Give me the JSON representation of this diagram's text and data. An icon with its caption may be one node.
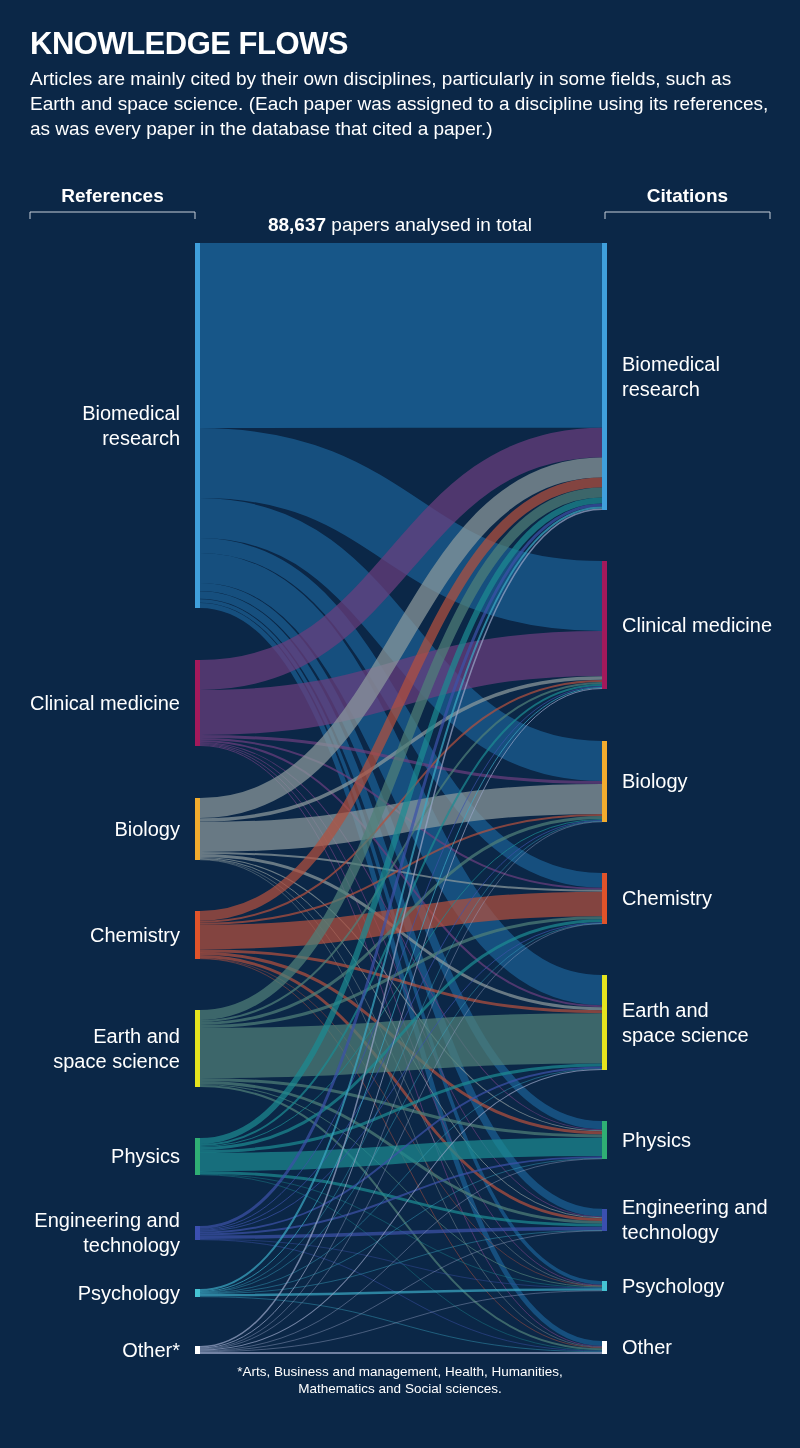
{
  "diagram": {
    "title": "KNOWLEDGE FLOWS",
    "caption": "Articles are mainly cited by their own disciplines, particularly in some fields, such as Earth and space science. (Each paper was assigned to a discipline using its references, as was every paper in the database that cited a paper.)",
    "nodes": [
      {
        "text": [
          "Biomedical research"
        ]
      },
      {
        "text": [
          "Clinical medicine"
        ]
      },
      {
        "text": [
          "Biology"
        ]
      },
      {
        "text": [
          "Chemistry"
        ]
      },
      {
        "text": [
          "Earth and space science"
        ]
      },
      {
        "text": [
          "Physics"
        ]
      },
      {
        "text": [
          "Engineering and technology"
        ]
      },
      {
        "text": [
          "Psychology"
        ]
      },
      {
        "text": [
          "Other*"
        ]
      },
      {
        "text": [
          "Biomedical research"
        ]
      },
      {
        "text": [
          "Clinical medicine"
        ]
      },
      {
        "text": [
          "Biology"
        ]
      },
      {
        "text": [
          "Chemistry"
        ]
      },
      {
        "text": [
          "Earth and space science"
        ]
      },
      {
        "text": [
          "Physics"
        ]
      },
      {
        "text": [
          "Engineering and technology"
        ]
      },
      {
        "text": [
          "Psychology"
        ]
      },
      {
        "text": [
          "Other"
        ]
      }
    ],
    "edges": [
      {
        "from": 0,
        "to": 9,
        "arrow": "none",
        "style": "thick",
        "color": "#1a5f94"
      },
      {
        "from": 0,
        "to": 10,
        "arrow": "none",
        "style": "thick",
        "color": "#1a5f94"
      },
      {
        "from": 0,
        "to": 11,
        "arrow": "none",
        "style": "thick",
        "color": "#1a5f94"
      },
      {
        "from": 0,
        "to": 12,
        "arrow": "none",
        "style": "thick",
        "color": "#1a5f94"
      },
      {
        "from": 0,
        "to": 13,
        "arrow": "none",
        "style": "thick",
        "color": "#1a5f94"
      },
      {
        "from": 0,
        "to": 14,
        "arrow": "none",
        "style": "thick",
        "color": "#1a5f94"
      },
      {
        "from": 0,
        "to": 15,
        "arrow": "none",
        "style": "thick",
        "color": "#1a5f94"
      },
      {
        "from": 0,
        "to": 16,
        "arrow": "none",
        "color": "#1a5f94"
      },
      {
        "from": 0,
        "to": 17,
        "arrow": "none",
        "style": "thick",
        "color": "#1a5f94"
      },
      {
        "from": 1,
        "to": 9,
        "arrow": "none",
        "style": "thick",
        "color": "#6a3f7e"
      },
      {
        "from": 1,
        "to": 10,
        "arrow": "none",
        "style": "thick",
        "color": "#6a3f7e"
      },
      {
        "from": 1,
        "to": 11,
        "arrow": "none",
        "color": "#6a3f7e"
      },
      {
        "from": 1,
        "to": 12,
        "arrow": "none",
        "color": "#6a3f7e"
      },
      {
        "from": 1,
        "to": 13,
        "arrow": "none",
        "color": "#6a3f7e"
      },
      {
        "from": 1,
        "to": 14,
        "arrow": "none",
        "color": "#6a3f7e"
      },
      {
        "from": 1,
        "to": 15,
        "arrow": "none",
        "color": "#6a3f7e"
      },
      {
        "from": 1,
        "to": 16,
        "arrow": "none",
        "color": "#6a3f7e"
      },
      {
        "from": 1,
        "to": 17,
        "arrow": "none",
        "color": "#6a3f7e"
      },
      {
        "from": 2,
        "to": 9,
        "arrow": "none",
        "style": "thick",
        "color": "#8c9a9c"
      },
      {
        "from": 2,
        "to": 10,
        "arrow": "none",
        "color": "#8c9a9c"
      },
      {
        "from": 2,
        "to": 11,
        "arrow": "none",
        "style": "thick",
        "color": "#8c9a9c"
      },
      {
        "from": 2,
        "to": 12,
        "arrow": "none",
        "color": "#8c9a9c"
      },
      {
        "from": 2,
        "to": 13,
        "arrow": "none",
        "color": "#8c9a9c"
      },
      {
        "from": 2,
        "to": 14,
        "arrow": "none",
        "color": "#8c9a9c"
      },
      {
        "from": 2,
        "to": 15,
        "arrow": "none",
        "color": "#8c9a9c"
      },
      {
        "from": 2,
        "to": 16,
        "arrow": "none",
        "color": "#8c9a9c"
      },
      {
        "from": 2,
        "to": 17,
        "arrow": "none",
        "color": "#8c9a9c"
      },
      {
        "from": 3,
        "to": 9,
        "arrow": "none",
        "style": "thick",
        "color": "#b2503e"
      },
      {
        "from": 3,
        "to": 10,
        "arrow": "none",
        "color": "#b2503e"
      },
      {
        "from": 3,
        "to": 11,
        "arrow": "none",
        "color": "#b2503e"
      },
      {
        "from": 3,
        "to": 12,
        "arrow": "none",
        "style": "thick",
        "color": "#b2503e"
      },
      {
        "from": 3,
        "to": 13,
        "arrow": "none",
        "color": "#b2503e"
      },
      {
        "from": 3,
        "to": 14,
        "arrow": "none",
        "color": "#b2503e"
      },
      {
        "from": 3,
        "to": 15,
        "arrow": "none",
        "color": "#b2503e"
      },
      {
        "from": 3,
        "to": 16,
        "arrow": "none",
        "color": "#b2503e"
      },
      {
        "from": 3,
        "to": 17,
        "arrow": "none",
        "color": "#b2503e"
      },
      {
        "from": 4,
        "to": 9,
        "arrow": "none",
        "style": "thick",
        "color": "#4f8078"
      },
      {
        "from": 4,
        "to": 10,
        "arrow": "none",
        "color": "#4f8078"
      },
      {
        "from": 4,
        "to": 11,
        "arrow": "none",
        "color": "#4f8078"
      },
      {
        "from": 4,
        "to": 12,
        "arrow": "none",
        "color": "#4f8078"
      },
      {
        "from": 4,
        "to": 13,
        "arrow": "none",
        "style": "thick",
        "color": "#4f8078"
      },
      {
        "from": 4,
        "to": 14,
        "arrow": "none",
        "color": "#4f8078"
      },
      {
        "from": 4,
        "to": 15,
        "arrow": "none",
        "color": "#4f8078"
      },
      {
        "from": 4,
        "to": 16,
        "arrow": "none",
        "color": "#4f8078"
      },
      {
        "from": 4,
        "to": 17,
        "arrow": "none",
        "color": "#4f8078"
      },
      {
        "from": 5,
        "to": 9,
        "arrow": "none",
        "style": "thick",
        "color": "#1c8a92"
      },
      {
        "from": 5,
        "to": 10,
        "arrow": "none",
        "color": "#1c8a92"
      },
      {
        "from": 5,
        "to": 11,
        "arrow": "none",
        "color": "#1c8a92"
      },
      {
        "from": 5,
        "to": 12,
        "arrow": "none",
        "color": "#1c8a92"
      },
      {
        "from": 5,
        "to": 13,
        "arrow": "none",
        "color": "#1c8a92"
      },
      {
        "from": 5,
        "to": 14,
        "arrow": "none",
        "style": "thick",
        "color": "#1c8a92"
      },
      {
        "from": 5,
        "to": 15,
        "arrow": "none",
        "color": "#1c8a92"
      },
      {
        "from": 5,
        "to": 16,
        "arrow": "none",
        "color": "#1c8a92"
      },
      {
        "from": 5,
        "to": 17,
        "arrow": "none",
        "color": "#1c8a92"
      },
      {
        "from": 6,
        "to": 9,
        "arrow": "none",
        "color": "#3c52a8"
      },
      {
        "from": 6,
        "to": 10,
        "arrow": "none",
        "color": "#3c52a8"
      },
      {
        "from": 6,
        "to": 11,
        "arrow": "none",
        "color": "#3c52a8"
      },
      {
        "from": 6,
        "to": 12,
        "arrow": "none",
        "color": "#3c52a8"
      },
      {
        "from": 6,
        "to": 13,
        "arrow": "none",
        "color": "#3c52a8"
      },
      {
        "from": 6,
        "to": 14,
        "arrow": "none",
        "color": "#3c52a8"
      },
      {
        "from": 6,
        "to": 15,
        "arrow": "none",
        "color": "#3c52a8"
      },
      {
        "from": 6,
        "to": 16,
        "arrow": "none",
        "color": "#3c52a8"
      },
      {
        "from": 6,
        "to": 17,
        "arrow": "none",
        "color": "#3c52a8"
      },
      {
        "from": 7,
        "to": 9,
        "arrow": "none",
        "color": "#3aa8c4"
      },
      {
        "from": 7,
        "to": 10,
        "arrow": "none",
        "color": "#3aa8c4"
      },
      {
        "from": 7,
        "to": 11,
        "arrow": "none",
        "color": "#3aa8c4"
      },
      {
        "from": 7,
        "to": 12,
        "arrow": "none",
        "color": "#3aa8c4"
      },
      {
        "from": 7,
        "to": 13,
        "arrow": "none",
        "color": "#3aa8c4"
      },
      {
        "from": 7,
        "to": 14,
        "arrow": "none",
        "color": "#3aa8c4"
      },
      {
        "from": 7,
        "to": 15,
        "arrow": "none",
        "color": "#3aa8c4"
      },
      {
        "from": 7,
        "to": 16,
        "arrow": "none",
        "color": "#3aa8c4"
      },
      {
        "from": 7,
        "to": 17,
        "arrow": "none",
        "color": "#3aa8c4"
      },
      {
        "from": 8,
        "to": 9,
        "arrow": "none",
        "color": "#9aa6c8"
      },
      {
        "from": 8,
        "to": 10,
        "arrow": "none",
        "color": "#9aa6c8"
      },
      {
        "from": 8,
        "to": 11,
        "arrow": "none",
        "color": "#9aa6c8"
      },
      {
        "from": 8,
        "to": 12,
        "arrow": "none",
        "color": "#9aa6c8"
      },
      {
        "from": 8,
        "to": 13,
        "arrow": "none",
        "color": "#9aa6c8"
      },
      {
        "from": 8,
        "to": 14,
        "arrow": "none",
        "color": "#9aa6c8"
      },
      {
        "from": 8,
        "to": 15,
        "arrow": "none",
        "color": "#9aa6c8"
      },
      {
        "from": 8,
        "to": 16,
        "arrow": "none",
        "color": "#9aa6c8"
      },
      {
        "from": 8,
        "to": 17,
        "arrow": "none",
        "color": "#9aa6c8"
      }
    ],
    "labels": [
      "References",
      "Citations",
      "**88,637** papers analysed in total",
      "*Arts, Business and management, Health, Humanities, Mathematics and Social sciences."
    ]
  }
}
